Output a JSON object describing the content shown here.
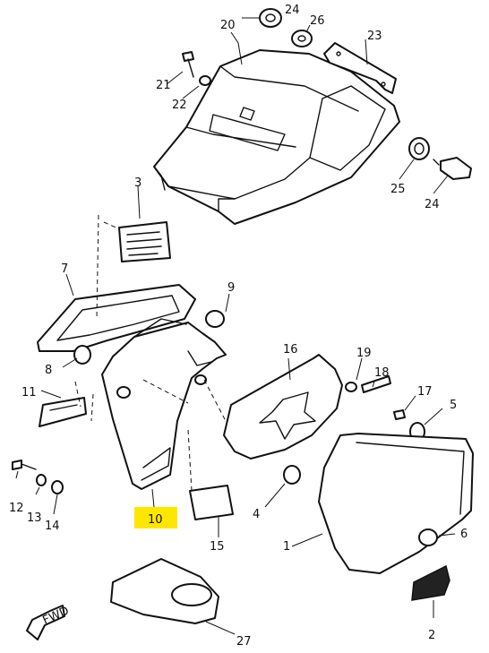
{
  "parts": {
    "p1": "1",
    "p2": "2",
    "p3": "3",
    "p4": "4",
    "p5": "5",
    "p6": "6",
    "p7": "7",
    "p8": "8",
    "p9": "9",
    "p10": "10",
    "p11": "11",
    "p12": "12",
    "p13": "13",
    "p14": "14",
    "p15": "15",
    "p16": "16",
    "p17": "17",
    "p18": "18",
    "p19": "19",
    "p20": "20",
    "p21": "21",
    "p22": "22",
    "p23": "23",
    "p24a": "24",
    "p24b": "24",
    "p25": "25",
    "p26": "26",
    "p27": "27"
  },
  "arrow_label": "FWD",
  "highlight_color": "#ffe600"
}
